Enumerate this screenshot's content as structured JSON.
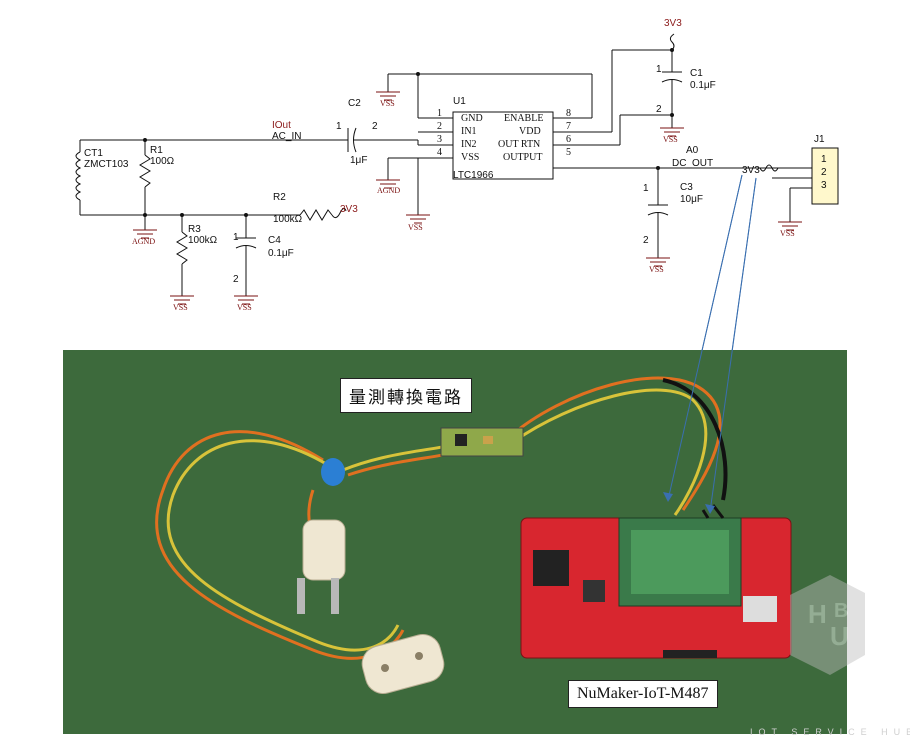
{
  "schematic": {
    "ct1": {
      "ref": "CT1",
      "part": "ZMCT103"
    },
    "r1": {
      "ref": "R1",
      "value": "100Ω"
    },
    "r2": {
      "ref": "R2",
      "value": "100kΩ"
    },
    "r3": {
      "ref": "R3",
      "value": "100kΩ"
    },
    "c1": {
      "ref": "C1",
      "value": "0.1μF",
      "pin1": "1",
      "pin2": "2"
    },
    "c2": {
      "ref": "C2",
      "value": "1μF",
      "pin1": "1",
      "pin2": "2"
    },
    "c3": {
      "ref": "C3",
      "value": "10μF",
      "pin1": "1",
      "pin2": "2"
    },
    "c4": {
      "ref": "C4",
      "value": "0.1μF",
      "pin1": "1",
      "pin2": "2"
    },
    "u1": {
      "ref": "U1",
      "part": "LTC1966",
      "left_pins": [
        {
          "num": "1",
          "name": "GND"
        },
        {
          "num": "2",
          "name": "IN1"
        },
        {
          "num": "3",
          "name": "IN2"
        },
        {
          "num": "4",
          "name": "VSS"
        }
      ],
      "right_pins": [
        {
          "num": "8",
          "name": "ENABLE"
        },
        {
          "num": "7",
          "name": "VDD"
        },
        {
          "num": "6",
          "name": "OUT RTN"
        },
        {
          "num": "5",
          "name": "OUTPUT"
        }
      ]
    },
    "j1": {
      "ref": "J1",
      "pins": [
        "1",
        "2",
        "3"
      ]
    },
    "nets": {
      "iout": "IOut",
      "ac_in": "AC_IN",
      "a0": "A0",
      "dc_out": "DC_OUT",
      "v3v3": "3V3",
      "agnd": "AGND",
      "vss": "VSS"
    }
  },
  "photo": {
    "circuit_label": "量測轉換電路",
    "board_label": "NuMaker-IoT-M487"
  },
  "watermark": {
    "text": "IOT SERVICE HUB IOT",
    "logo_letters": [
      "H",
      "U",
      "B"
    ]
  },
  "colors": {
    "wire": "#111111",
    "net_label": "#8b1a1a",
    "pcb_green": "#3d6a3c",
    "board_red": "#d8262f",
    "callout_line": "#3a6fb0"
  }
}
